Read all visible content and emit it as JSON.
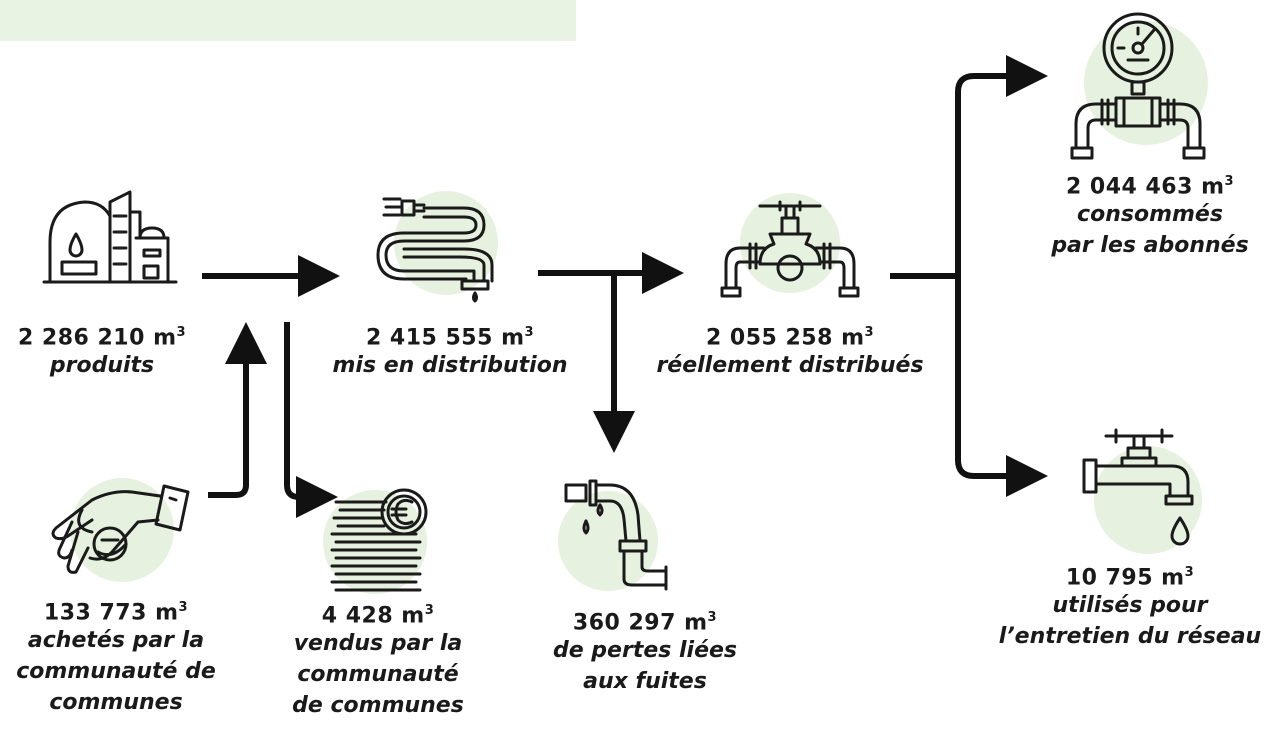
{
  "nodes": {
    "produced": {
      "qty": "2 286 210 m",
      "unit_sup": "3",
      "desc": [
        "produits"
      ],
      "icon": "water-plant-icon"
    },
    "distribution": {
      "qty": "2 415 555 m",
      "unit_sup": "3",
      "desc": [
        "mis en distribution"
      ],
      "icon": "water-pipe-icon"
    },
    "distributed": {
      "qty": "2 055 258 m",
      "unit_sup": "3",
      "desc": [
        "réellement distribués"
      ],
      "icon": "valve-icon"
    },
    "consumed": {
      "qty": "2 044 463 m",
      "unit_sup": "3",
      "desc": [
        "consommés",
        "par les abonnés"
      ],
      "icon": "water-meter-icon"
    },
    "bought": {
      "qty": "133 773 m",
      "unit_sup": "3",
      "desc": [
        "achetés par la",
        "communauté de",
        "communes"
      ],
      "icon": "hand-coin-icon"
    },
    "sold": {
      "qty": "4 428 m",
      "unit_sup": "3",
      "desc": [
        "vendus par la",
        "communauté",
        "de communes"
      ],
      "icon": "euro-coins-icon"
    },
    "losses": {
      "qty": "360 297 m",
      "unit_sup": "3",
      "desc": [
        "de pertes liées",
        "aux fuites"
      ],
      "icon": "leaking-pipe-icon"
    },
    "maintenance": {
      "qty": "10 795 m",
      "unit_sup": "3",
      "desc": [
        "utilisés pour",
        "l’entretien du réseau"
      ],
      "icon": "faucet-icon"
    }
  },
  "colors": {
    "accent_circle": "#e6f1df",
    "header_band": "#e9f3e3",
    "line": "#111111",
    "text": "#1a1a1a"
  }
}
